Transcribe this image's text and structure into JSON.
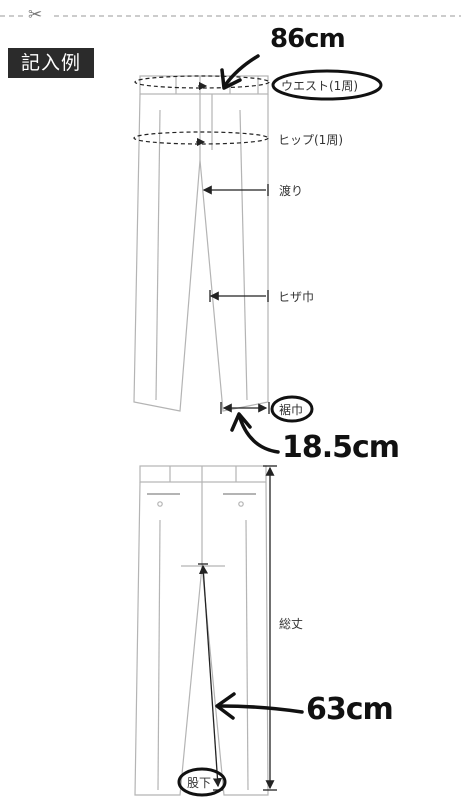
{
  "header": {
    "badge_label": "記入例",
    "scissors_glyph": "✂",
    "scissors_icon": "scissors-icon"
  },
  "front_view": {
    "labels": {
      "waist": "ウエスト(1周)",
      "hip": "ヒップ(1周)",
      "thigh": "渡り",
      "knee": "ヒザ巾",
      "hem": "裾巾"
    }
  },
  "back_view": {
    "labels": {
      "length": "総丈",
      "inseam": "股下"
    }
  },
  "handwritten": {
    "waist_value": "86cm",
    "hem_value": "18.5cm",
    "inseam_value": "63cm"
  },
  "colors": {
    "line": "#b4b4b4",
    "dimension": "#222222",
    "handwriting": "#111111"
  }
}
